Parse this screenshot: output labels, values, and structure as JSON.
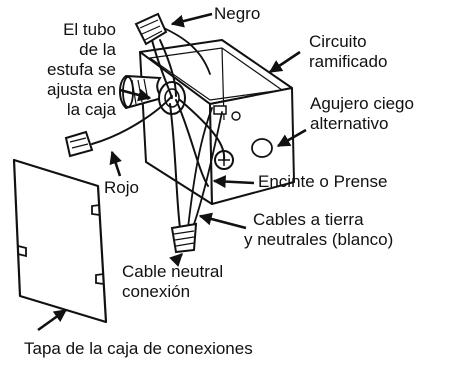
{
  "labels": {
    "negro": "Negro",
    "tubo": [
      "El tubo",
      "de la",
      "estufa se",
      "ajusta en",
      "la caja"
    ],
    "circuito": [
      "Circuito",
      "ramificado"
    ],
    "agujero": [
      "Agujero ciego",
      "alternativo"
    ],
    "rojo": "Rojo",
    "encinte": "Encinte o Prense",
    "cables_tierra": [
      "Cables a tierra",
      "y neutrales (blanco)"
    ],
    "cable_neutral": [
      "Cable neutral",
      "conexión"
    ],
    "tapa": "Tapa de la caja de conexiones"
  },
  "colors": {
    "ink": "#111111",
    "background": "#ffffff"
  }
}
